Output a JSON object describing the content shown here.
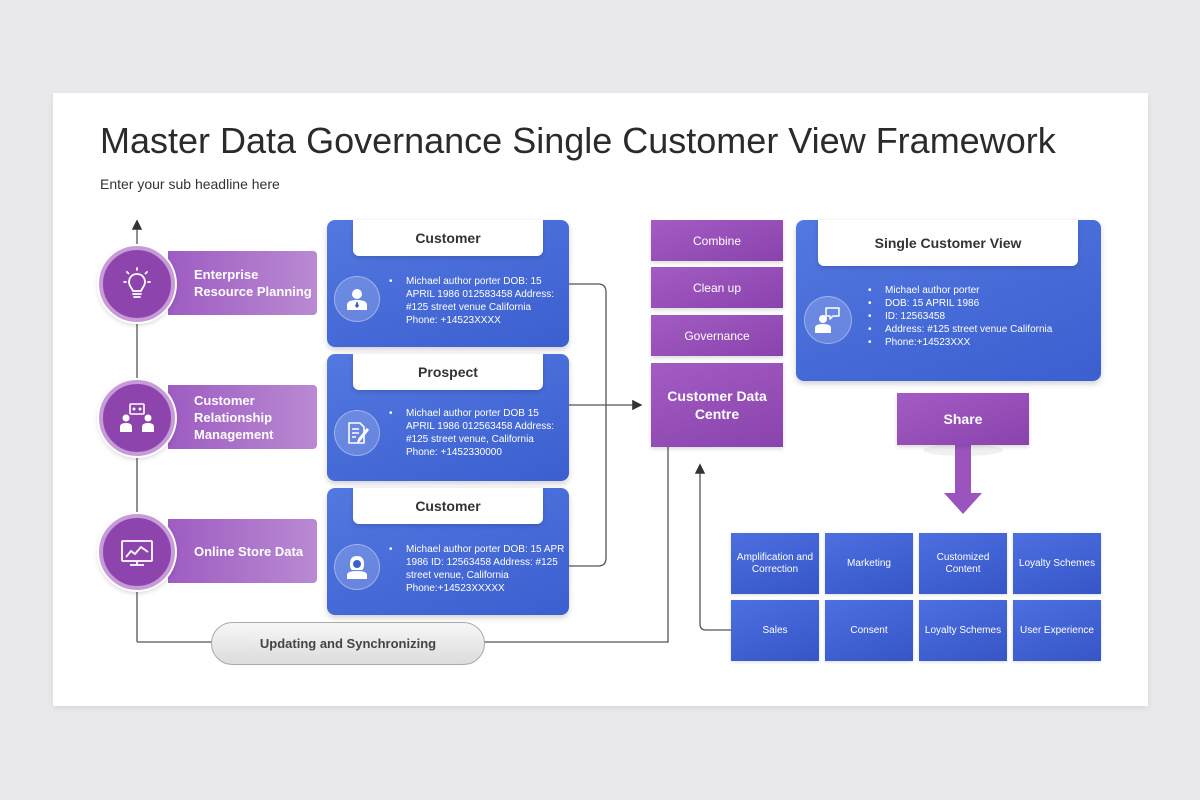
{
  "header": {
    "title": "Master Data Governance Single Customer View Framework",
    "subtitle": "Enter your sub headline here"
  },
  "sources": [
    {
      "label": "Enterprise Resource Planning",
      "icon": "lightbulb-icon"
    },
    {
      "label": "Customer Relationship Management",
      "icon": "team-meeting-icon"
    },
    {
      "label": "Online Store Data",
      "icon": "monitor-chart-icon"
    }
  ],
  "cards": [
    {
      "title": "Customer",
      "icon": "person-icon",
      "text": "Michael author porter DOB: 15 APRIL 1986 012583458 Address: #125 street venue California Phone: +14523XXXX"
    },
    {
      "title": "Prospect",
      "icon": "document-pen-icon",
      "text": "Michael author porter DOB 15 APRIL 1986 012563458 Address: #125 street venue, California Phone: +1452330000"
    },
    {
      "title": "Customer",
      "icon": "woman-icon",
      "text": "Michael author porter DOB: 15 APR 1986 ID: 12563458 Address: #125 street venue, California Phone:+14523XXXXX"
    }
  ],
  "process": {
    "steps": [
      "Combine",
      "Clean up",
      "Governance"
    ],
    "centre": "Customer Data Centre"
  },
  "scv": {
    "title": "Single Customer View",
    "icon": "person-speech-icon",
    "items": [
      "Michael author porter",
      "DOB: 15 APRIL 1986",
      "ID: 12563458",
      "Address: #125 street venue California",
      "Phone:+14523XXX"
    ]
  },
  "share": {
    "label": "Share"
  },
  "outcomes": [
    [
      "Amplification and Correction",
      "Marketing",
      "Customized Content",
      "Loyalty Schemes"
    ],
    [
      "Sales",
      "Consent",
      "Loyalty Schemes",
      "User Experience"
    ]
  ],
  "update": {
    "label": "Updating and Synchronizing"
  },
  "colors": {
    "purple": "#8e44ad",
    "blue": "#3b5fcf",
    "background": "#e9e9eb"
  }
}
